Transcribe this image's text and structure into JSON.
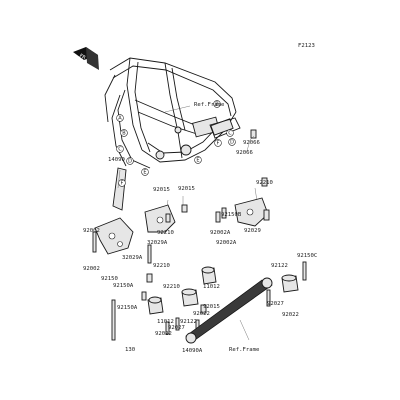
{
  "header": {
    "fr_badge": "FR",
    "diagram_code": "F2123"
  },
  "callouts": {
    "ref_frame_top": "Ref.Frame",
    "ref_frame_bottom": "Ref.Frame"
  },
  "circle_letters": [
    "A",
    "B",
    "C",
    "D",
    "E",
    "F",
    "B",
    "C",
    "D",
    "F",
    "E"
  ],
  "labels": {
    "p92066a": "92066",
    "p92066b": "92066",
    "p14090": "14090",
    "p92015a": "92015",
    "p92210a": "92210",
    "p92015b": "92015",
    "p92210b": "92210",
    "p92150b": "92150B",
    "p32029a_top": "32029A",
    "p92029": "92029",
    "p92002a_1": "92002A",
    "p92002a_2": "92002A",
    "p92002_1": "92002",
    "p32029a": "32029A",
    "p92002_2": "92002",
    "p92150": "92150",
    "p92210c": "92210",
    "p92150a_1": "92150A",
    "p92210d": "92210",
    "p11012a": "11012",
    "p92150c": "92150C",
    "p92122a": "92122",
    "p92027a": "92027",
    "p92022a": "92022",
    "p92015c": "92015",
    "p92150a_2": "92150A",
    "p92022b": "92022",
    "p11012b": "11012",
    "p92027b": "92027",
    "p92122b": "92122",
    "p92022c": "92022",
    "p130": "130",
    "p14090a": "14090A"
  }
}
